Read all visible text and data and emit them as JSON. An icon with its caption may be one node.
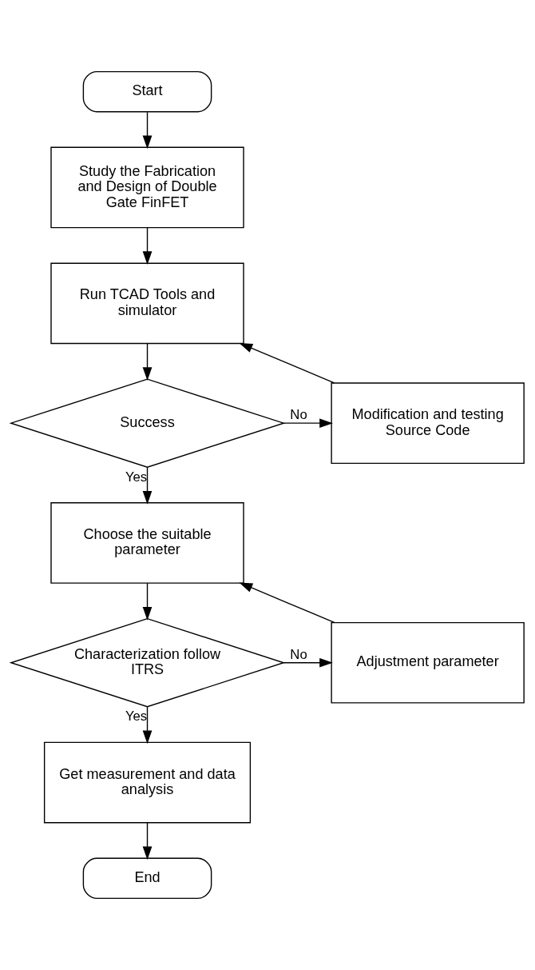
{
  "diagram": {
    "nodes": [
      {
        "text": [
          "Start"
        ]
      },
      {
        "text": [
          "Study the Fabrication and Design of Double Gate FinFET"
        ]
      },
      {
        "text": [
          "Run TCAD Tools and simulator"
        ]
      },
      {
        "text": [
          "Success"
        ]
      },
      {
        "text": [
          "Modification and testing Source Code"
        ]
      },
      {
        "text": [
          "Choose the suitable parameter"
        ]
      },
      {
        "text": [
          "Characterization follow ITRS"
        ]
      },
      {
        "text": [
          "Adjustment parameter"
        ]
      },
      {
        "text": [
          "Get measurement and data analysis"
        ]
      },
      {
        "text": [
          "End"
        ]
      }
    ],
    "edges": [
      {
        "from": 0,
        "to": 1,
        "arrow": "to"
      },
      {
        "from": 1,
        "to": 2,
        "arrow": "to"
      },
      {
        "from": 2,
        "to": 3,
        "arrow": "to"
      },
      {
        "from": 3,
        "to": 4,
        "arrow": "to",
        "label": "No"
      },
      {
        "from": 4,
        "to": 2,
        "arrow": "to"
      },
      {
        "from": 3,
        "to": 5,
        "arrow": "to",
        "label": "Yes"
      },
      {
        "from": 5,
        "to": 6,
        "arrow": "to"
      },
      {
        "from": 6,
        "to": 7,
        "arrow": "to",
        "label": "No"
      },
      {
        "from": 7,
        "to": 5,
        "arrow": "to"
      },
      {
        "from": 6,
        "to": 8,
        "arrow": "to",
        "label": "Yes"
      },
      {
        "from": 8,
        "to": 9,
        "arrow": "to"
      }
    ]
  }
}
